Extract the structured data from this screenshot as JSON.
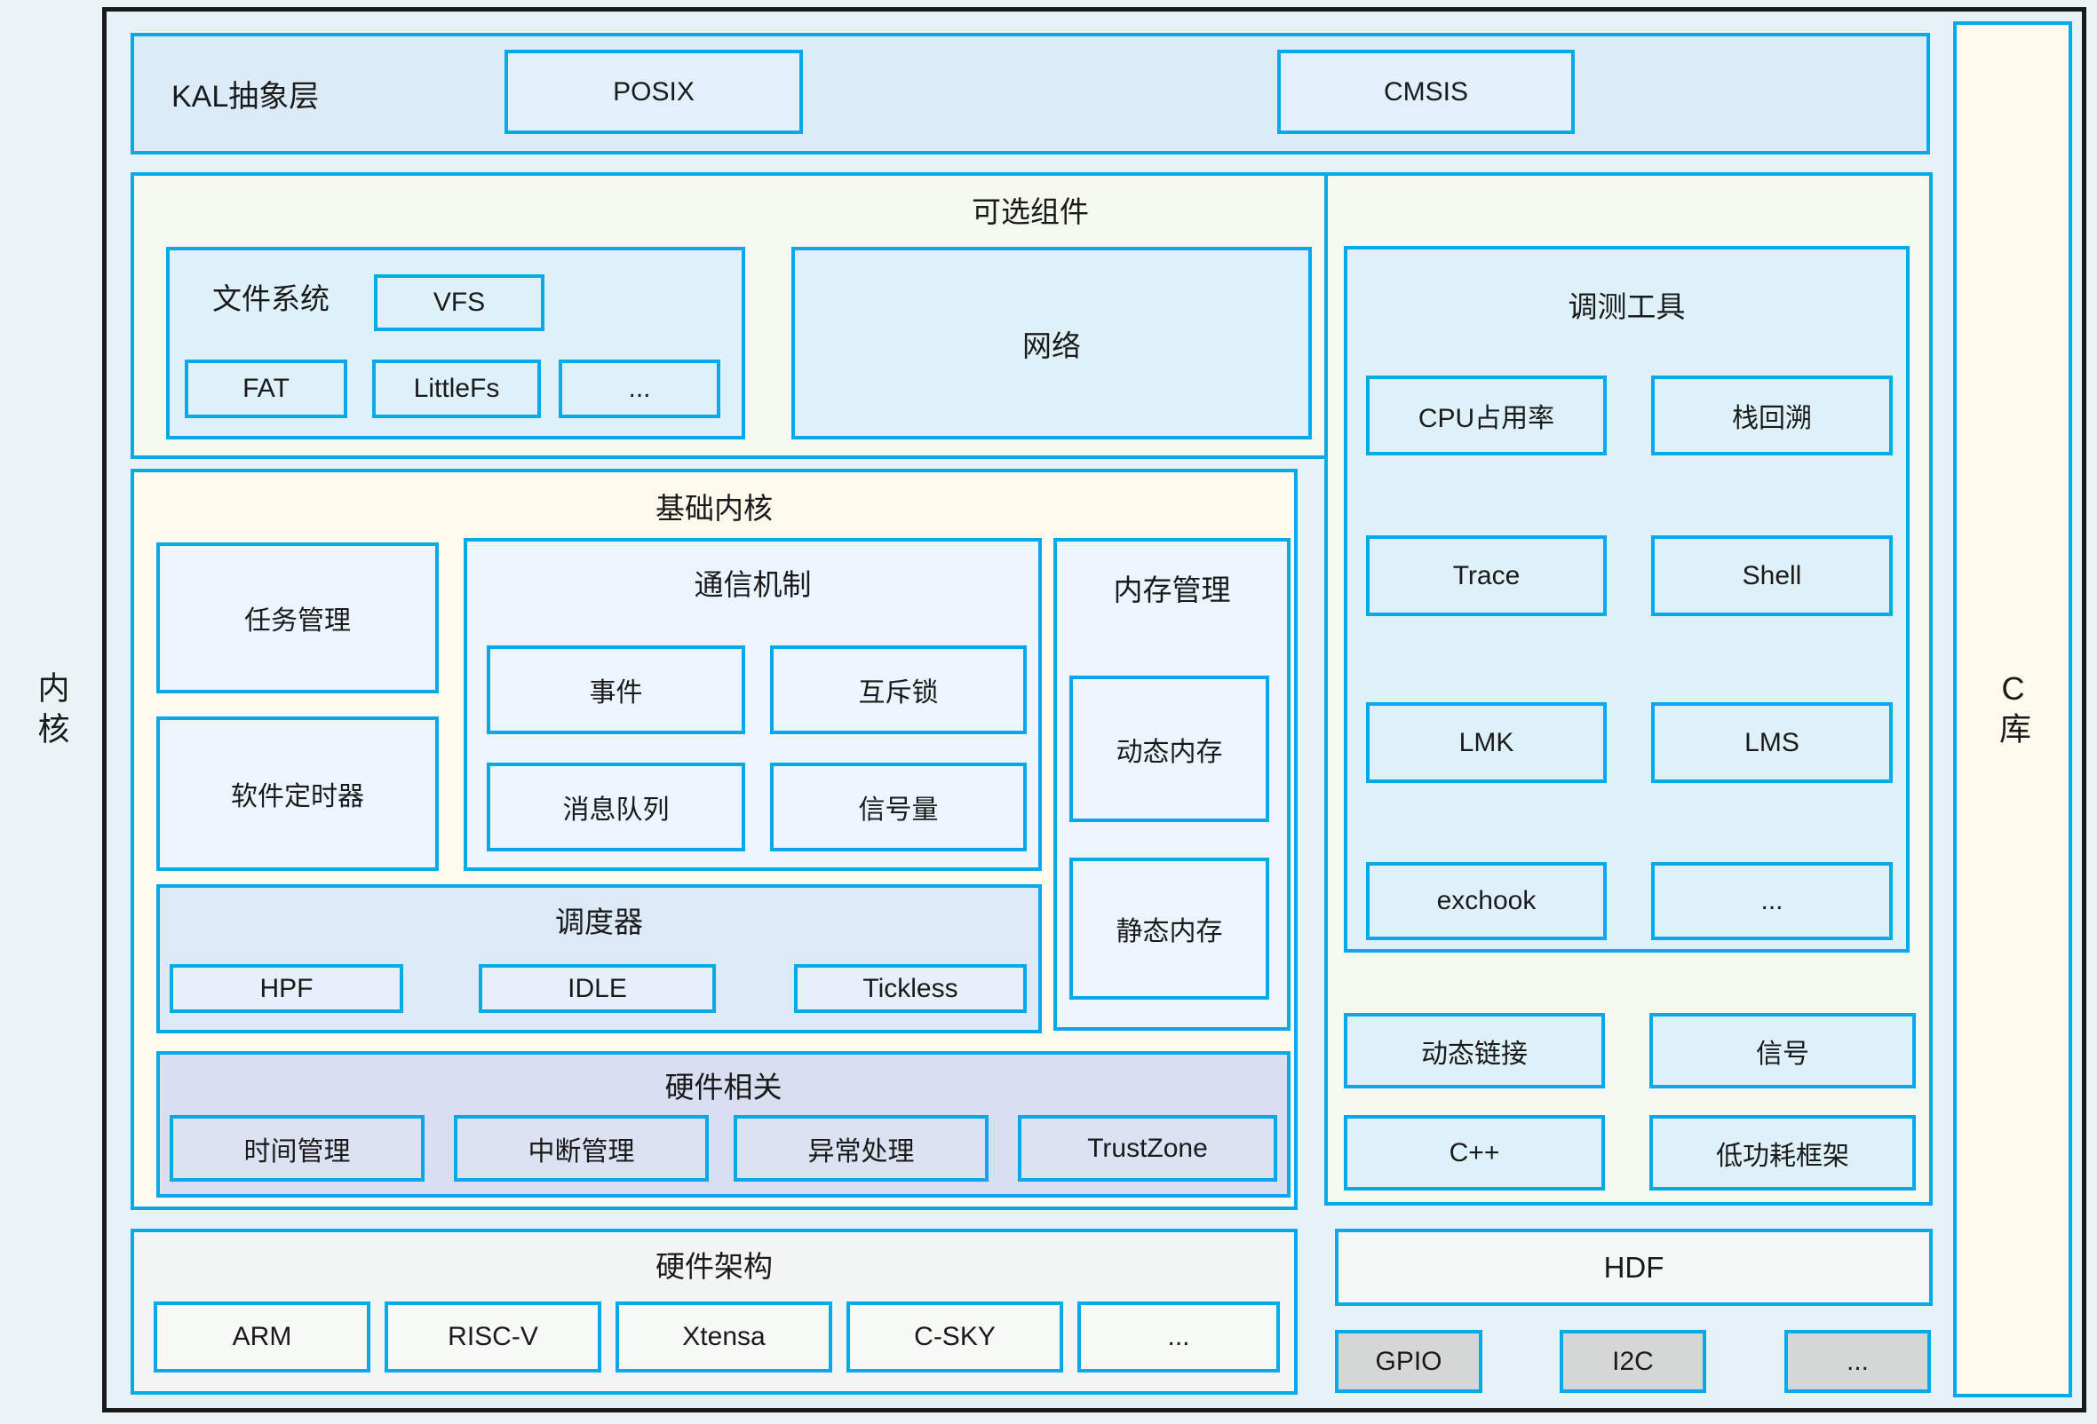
{
  "colors": {
    "border_cyan": "#07a9e8",
    "frame_black": "#1a1a1a",
    "kal_bg": "#dcebf8",
    "optional_bg": "#f4f9ef",
    "module_bg": "#def1f9",
    "kernel_bg": "#fdf9ed",
    "hw_related_bg": "#d9def0",
    "driver_bg": "#d5d7d6"
  },
  "sidebar": {
    "kernel_label": "内核"
  },
  "clib": {
    "label": "C库"
  },
  "kal": {
    "label": "KAL抽象层",
    "items": [
      "POSIX",
      "CMSIS"
    ]
  },
  "optional": {
    "title": "可选组件",
    "filesystem": {
      "title": "文件系统",
      "vfs": "VFS",
      "items": [
        "FAT",
        "LittleFs",
        "..."
      ]
    },
    "network": {
      "label": "网络"
    },
    "debug": {
      "title": "调测工具",
      "items": [
        "CPU占用率",
        "栈回溯",
        "Trace",
        "Shell",
        "LMK",
        "LMS",
        "exchook",
        "..."
      ]
    },
    "extras": [
      "动态链接",
      "信号",
      "C++",
      "低功耗框架"
    ]
  },
  "kernel": {
    "title": "基础内核",
    "task": "任务管理",
    "swtimer": "软件定时器",
    "ipc": {
      "title": "通信机制",
      "items": [
        "事件",
        "互斥锁",
        "消息队列",
        "信号量"
      ]
    },
    "memory": {
      "title": "内存管理",
      "items": [
        "动态内存",
        "静态内存"
      ]
    },
    "scheduler": {
      "title": "调度器",
      "items": [
        "HPF",
        "IDLE",
        "Tickless"
      ]
    },
    "hw_related": {
      "title": "硬件相关",
      "items": [
        "时间管理",
        "中断管理",
        "异常处理",
        "TrustZone"
      ]
    }
  },
  "hw_arch": {
    "title": "硬件架构",
    "items": [
      "ARM",
      "RISC-V",
      "Xtensa",
      "C-SKY",
      "..."
    ]
  },
  "hdf": {
    "title": "HDF",
    "items": [
      "GPIO",
      "I2C",
      "..."
    ]
  }
}
